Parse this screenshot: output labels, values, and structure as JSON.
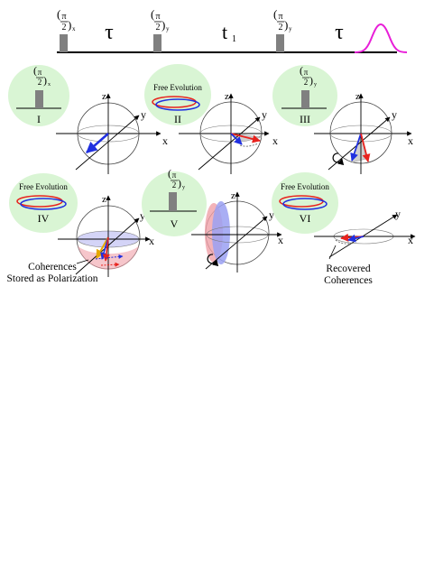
{
  "sequence": {
    "pulse1": {
      "num": "π",
      "den": "2",
      "sub": "x"
    },
    "delay1": "τ",
    "pulse2": {
      "num": "π",
      "den": "2",
      "sub": "y"
    },
    "evolution_main": "t",
    "evolution_sub": "1",
    "pulse3": {
      "num": "π",
      "den": "2",
      "sub": "y"
    },
    "delay2": "τ"
  },
  "steps": [
    {
      "numeral": "I",
      "kind": "pulse",
      "pulse": {
        "num": "π",
        "den": "2",
        "sub": "x"
      }
    },
    {
      "numeral": "II",
      "kind": "free",
      "label": "Free Evolution"
    },
    {
      "numeral": "III",
      "kind": "pulse",
      "pulse": {
        "num": "π",
        "den": "2",
        "sub": "y"
      }
    },
    {
      "numeral": "IV",
      "kind": "free",
      "label": "Free Evolution"
    },
    {
      "numeral": "V",
      "kind": "pulse",
      "pulse": {
        "num": "π",
        "den": "2",
        "sub": "y"
      }
    },
    {
      "numeral": "VI",
      "kind": "free",
      "label": "Free Evolution"
    }
  ],
  "axes": {
    "x": "x",
    "y": "y",
    "z": "z"
  },
  "annotations": {
    "stored_line1": "Coherences",
    "stored_line2": "Stored as Polarization",
    "recovered_line1": "Recovered",
    "recovered_line2": "Coherences"
  },
  "colors": {
    "pulse_block": "#808080",
    "echo": "#e81ed8",
    "bubble": "#d9f5d4",
    "red": "#e8231e",
    "blue": "#2030e0",
    "pink_fill": "#f0a0a8",
    "violet_fill": "#b0b0f0",
    "gold": "#e6a800"
  }
}
